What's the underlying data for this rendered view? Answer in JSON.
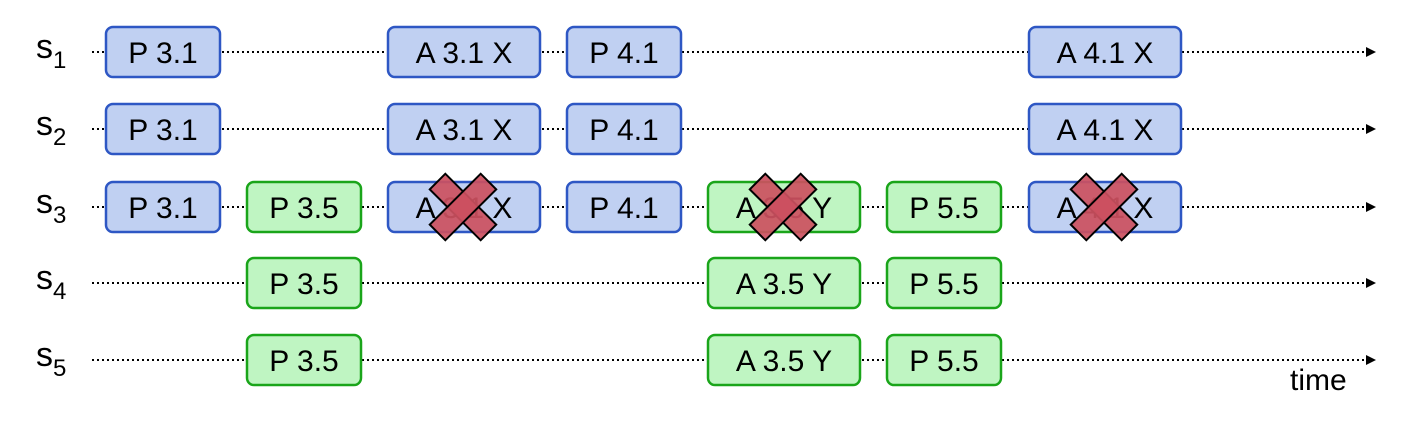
{
  "time_label": "time",
  "colors": {
    "blue_fill": "#c0d0f2",
    "blue_stroke": "#2e57c4",
    "green_fill": "#bff5c2",
    "green_stroke": "#1aa51a",
    "cross_fill": "#cc5060",
    "line": "#000000"
  },
  "rows": [
    {
      "server": "s",
      "sub": "1",
      "messages": [
        {
          "text": "P 3.1",
          "color": "blue",
          "crossed": false
        },
        {
          "text": "A 3.1 X",
          "color": "blue",
          "crossed": false
        },
        {
          "text": "P 4.1",
          "color": "blue",
          "crossed": false
        },
        {
          "text": "A 4.1 X",
          "color": "blue",
          "crossed": false
        }
      ]
    },
    {
      "server": "s",
      "sub": "2",
      "messages": [
        {
          "text": "P 3.1",
          "color": "blue",
          "crossed": false
        },
        {
          "text": "A 3.1 X",
          "color": "blue",
          "crossed": false
        },
        {
          "text": "P 4.1",
          "color": "blue",
          "crossed": false
        },
        {
          "text": "A 4.1 X",
          "color": "blue",
          "crossed": false
        }
      ]
    },
    {
      "server": "s",
      "sub": "3",
      "messages": [
        {
          "text": "P 3.1",
          "color": "blue",
          "crossed": false
        },
        {
          "text": "P 3.5",
          "color": "green",
          "crossed": false
        },
        {
          "text": "A 3.1 X",
          "color": "blue",
          "crossed": true
        },
        {
          "text": "P 4.1",
          "color": "blue",
          "crossed": false
        },
        {
          "text": "A 3.5 Y",
          "color": "green",
          "crossed": true
        },
        {
          "text": "P 5.5",
          "color": "green",
          "crossed": false
        },
        {
          "text": "A 4.1 X",
          "color": "blue",
          "crossed": true
        }
      ]
    },
    {
      "server": "s",
      "sub": "4",
      "messages": [
        {
          "text": "P 3.5",
          "color": "green",
          "crossed": false
        },
        {
          "text": "A 3.5 Y",
          "color": "green",
          "crossed": false
        },
        {
          "text": "P 5.5",
          "color": "green",
          "crossed": false
        }
      ]
    },
    {
      "server": "s",
      "sub": "5",
      "messages": [
        {
          "text": "P 3.5",
          "color": "green",
          "crossed": false
        },
        {
          "text": "A 3.5 Y",
          "color": "green",
          "crossed": false
        },
        {
          "text": "P 5.5",
          "color": "green",
          "crossed": false
        }
      ]
    }
  ]
}
